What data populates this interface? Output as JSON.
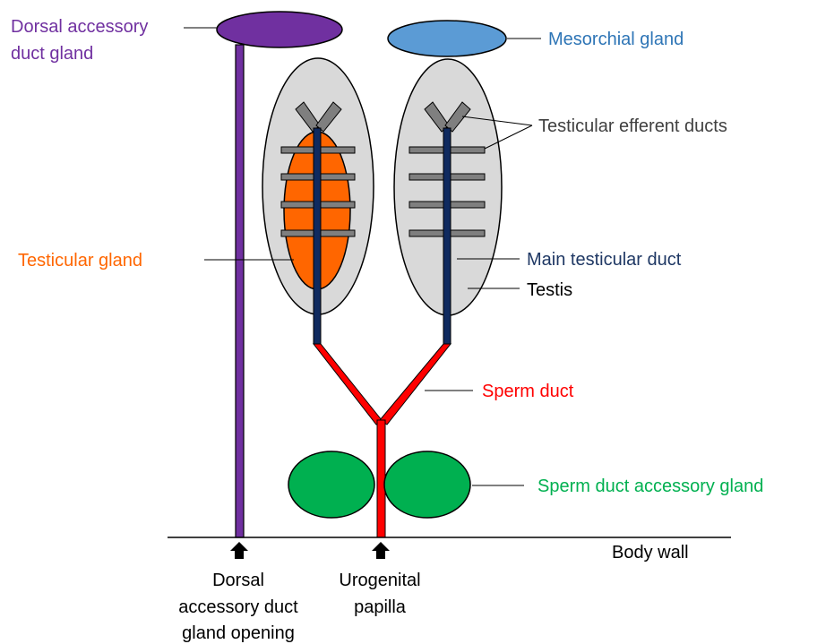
{
  "labels": {
    "dorsal_gland_line1": "Dorsal accessory",
    "dorsal_gland_line2": "duct gland",
    "mesorchial_gland": "Mesorchial gland",
    "efferent_ducts": "Testicular efferent ducts",
    "testicular_gland": "Testicular gland",
    "main_duct": "Main testicular duct",
    "testis": "Testis",
    "sperm_duct": "Sperm duct",
    "accessory_gland": "Sperm duct accessory gland",
    "body_wall": "Body wall",
    "opening_line1": "Dorsal",
    "opening_line2": "accessory duct",
    "opening_line3": "gland opening",
    "papilla_line1": "Urogenital",
    "papilla_line2": "papilla"
  },
  "colors": {
    "dorsal_gland": "#7030a0",
    "mesorchial_gland": "#5b9bd5",
    "testicular_gland": "#ff6600",
    "main_duct": "#0f2a5f",
    "sperm_duct": "#ff0000",
    "accessory_gland": "#00b050",
    "testis": "#d9d9d9",
    "efferent_duct": "#7f7f7f",
    "text": "#262626",
    "dark_label": "#1f3864",
    "mesorchial_label": "#2e75b6"
  }
}
